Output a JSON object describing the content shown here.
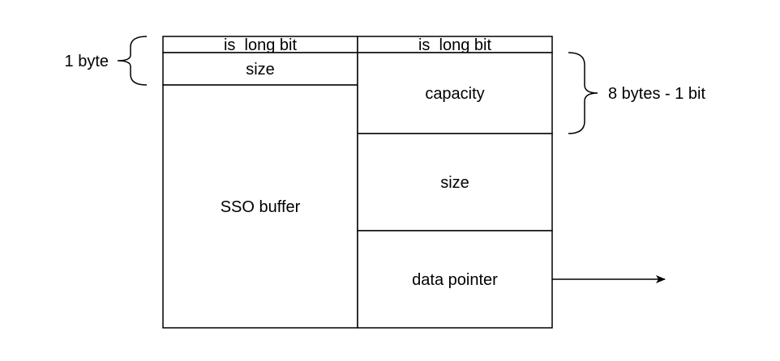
{
  "short_layout": {
    "is_long_label": "is_long bit",
    "size_label": "size",
    "buffer_label": "SSO buffer"
  },
  "long_layout": {
    "is_long_label": "is_long bit",
    "capacity_label": "capacity",
    "size_label": "size",
    "pointer_label": "data pointer"
  },
  "annotations": {
    "one_byte": "1 byte",
    "eight_bytes": "8 bytes - 1 bit"
  },
  "colors": {
    "stroke": "#000000",
    "fill": "#ffffff",
    "text": "#000000"
  }
}
